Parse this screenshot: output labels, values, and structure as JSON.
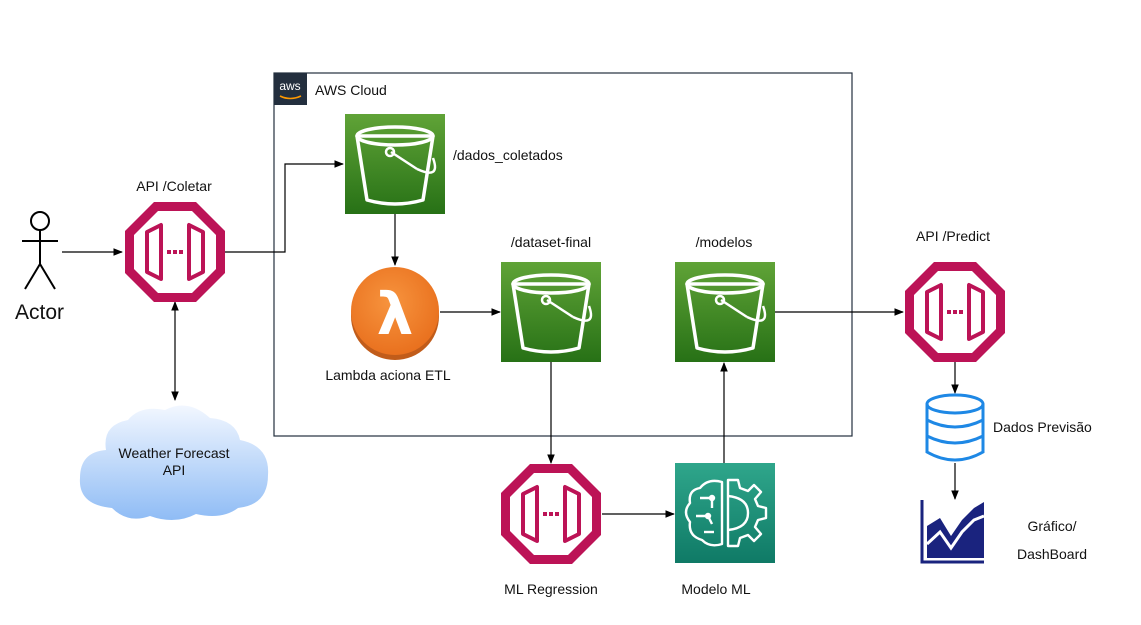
{
  "aws_cloud": {
    "title": "AWS Cloud",
    "logo_text": "aws"
  },
  "actor": {
    "label": "Actor"
  },
  "api_coletar": {
    "label": "API /Coletar"
  },
  "weather_api": {
    "line1": "Weather Forecast",
    "line2": "API"
  },
  "bucket_dados": {
    "label": "/dados_coletados"
  },
  "lambda": {
    "label": "Lambda aciona ETL",
    "glyph": "λ"
  },
  "bucket_dataset": {
    "label": "/dataset-final"
  },
  "bucket_modelos": {
    "label": "/modelos"
  },
  "ml_regression": {
    "label": "ML Regression"
  },
  "modelo_ml": {
    "label": "Modelo ML"
  },
  "api_predict": {
    "label": "API /Predict"
  },
  "dados_previsao": {
    "label": "Dados Previsão"
  },
  "grafico": {
    "line1": "Gráfico/",
    "line2": "DashBoard"
  },
  "colors": {
    "s3_green_top": "#60a337",
    "s3_green_bottom": "#277116",
    "api_gateway": "#bc1356",
    "lambda_orange": "#f58534",
    "lambda_dark": "#c15c1a",
    "sagemaker_top": "#2fa68b",
    "sagemaker_bottom": "#0f7a66",
    "database_blue": "#1e88e5",
    "chart_navy": "#1a237e",
    "cloud_light": "#dbe9ff",
    "cloud_dark": "#7fb3f5"
  }
}
